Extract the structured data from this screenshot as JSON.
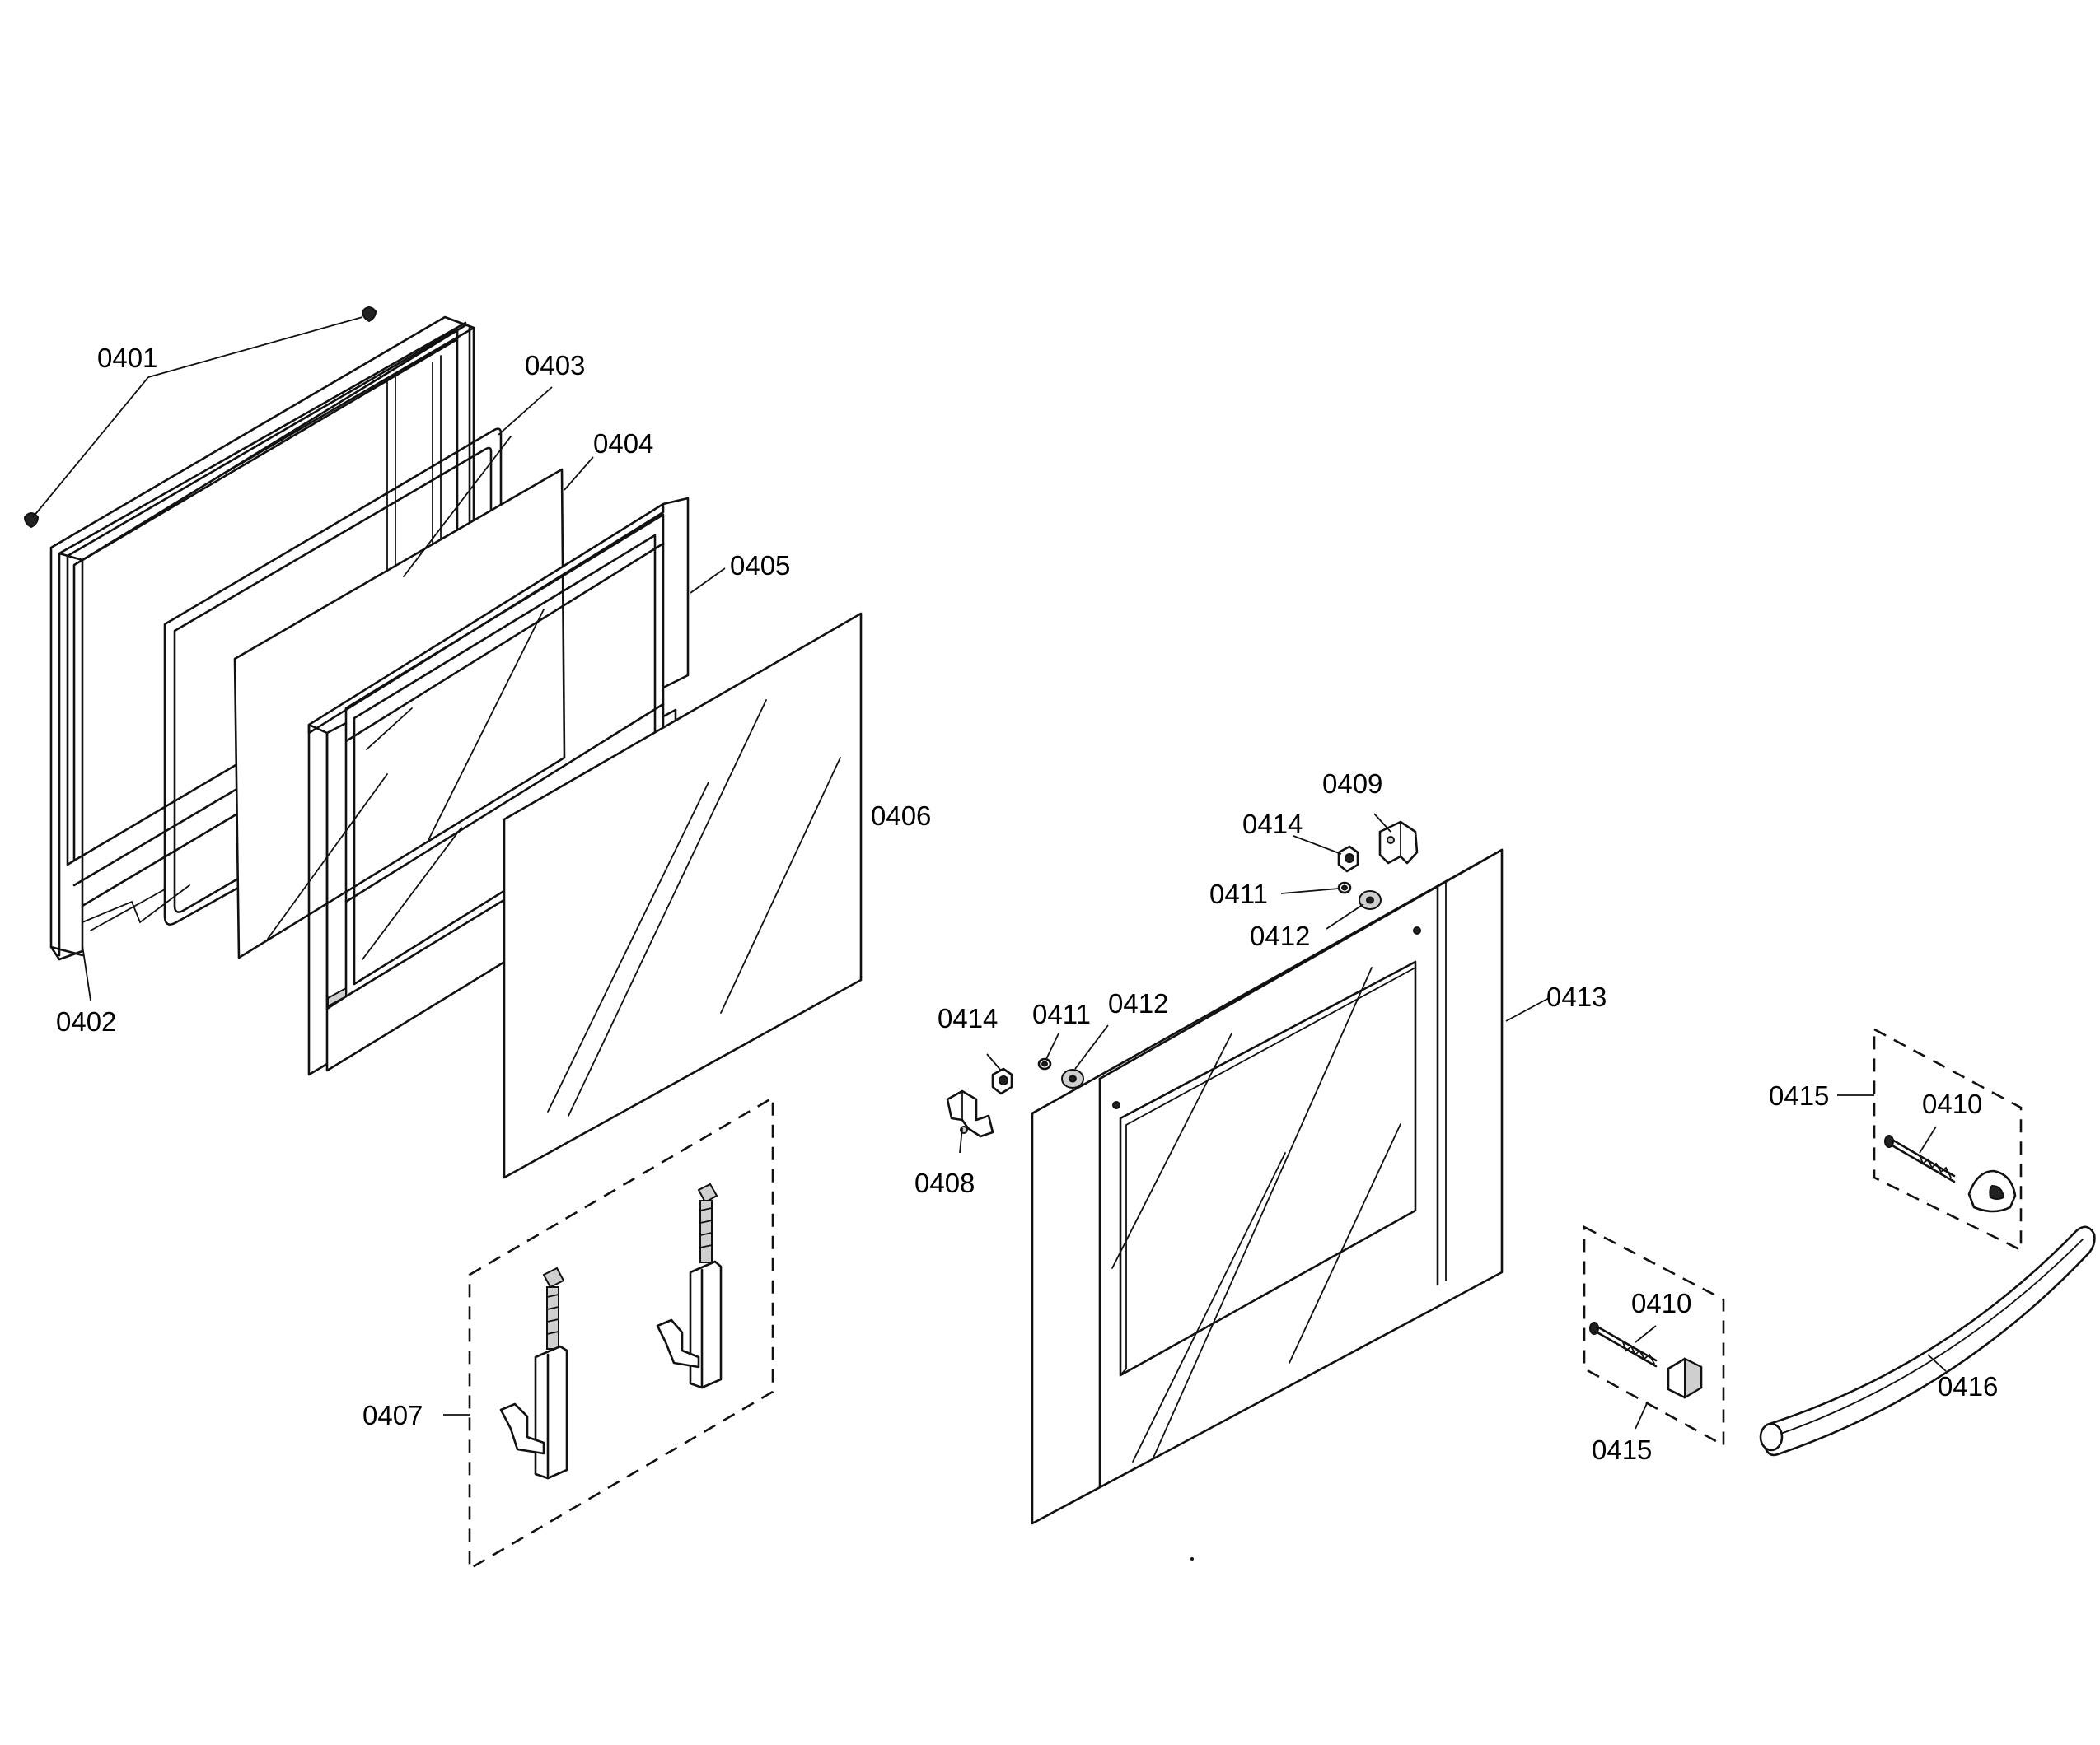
{
  "labels": {
    "p0401": "0401",
    "p0402": "0402",
    "p0403": "0403",
    "p0404": "0404",
    "p0405": "0405",
    "p0406": "0406",
    "p0407": "0407",
    "p0408": "0408",
    "p0409": "0409",
    "p0410a": "0410",
    "p0410b": "0410",
    "p0411a": "0411",
    "p0411b": "0411",
    "p0412a": "0412",
    "p0412b": "0412",
    "p0413": "0413",
    "p0414a": "0414",
    "p0414b": "0414",
    "p0415a": "0415",
    "p0415b": "0415",
    "p0416": "0416"
  }
}
